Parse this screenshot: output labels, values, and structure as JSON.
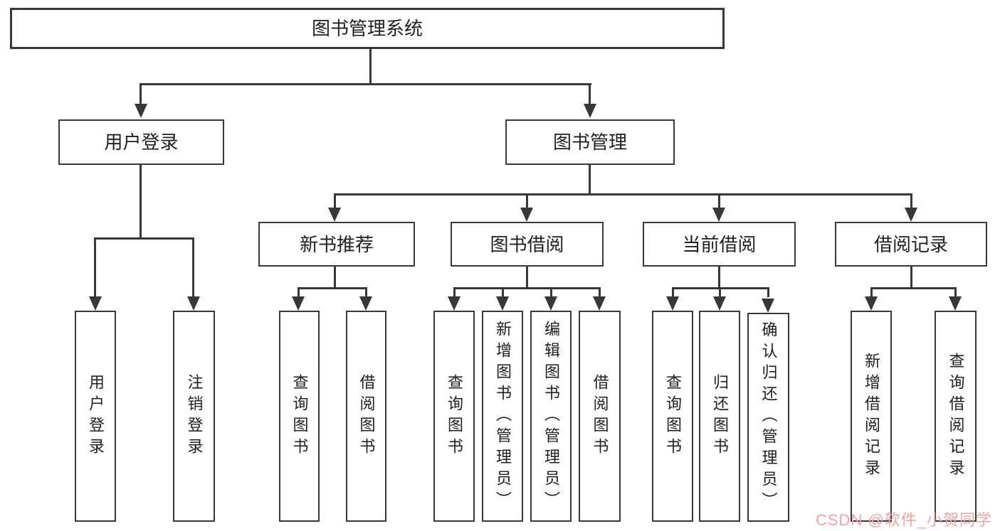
{
  "colors": {
    "box_border": "#383838",
    "connector_line": "#383838",
    "text": "#1f1f1f",
    "watermark": "#f0a3a3",
    "background": "#ffffff"
  },
  "root": {
    "label": "图书管理系统"
  },
  "user_login": {
    "label": "用户登录",
    "children": [
      {
        "label": "用户登录"
      },
      {
        "label": "注销登录"
      }
    ]
  },
  "book_mgmt": {
    "label": "图书管理",
    "children": [
      {
        "label": "新书推荐",
        "children": [
          {
            "label": "查询图书"
          },
          {
            "label": "借阅图书"
          }
        ]
      },
      {
        "label": "图书借阅",
        "children": [
          {
            "label": "查询图书"
          },
          {
            "label": "新增图书（管理员）"
          },
          {
            "label": "编辑图书（管理员）"
          },
          {
            "label": "借阅图书"
          }
        ]
      },
      {
        "label": "当前借阅",
        "children": [
          {
            "label": "查询图书"
          },
          {
            "label": "归还图书"
          },
          {
            "label": "确认归还（管理员）"
          }
        ]
      },
      {
        "label": "借阅记录",
        "children": [
          {
            "label": "新增借阅记录"
          },
          {
            "label": "查询借阅记录"
          }
        ]
      }
    ]
  },
  "watermark": {
    "text": "CSDN @软件_小贺同学"
  }
}
